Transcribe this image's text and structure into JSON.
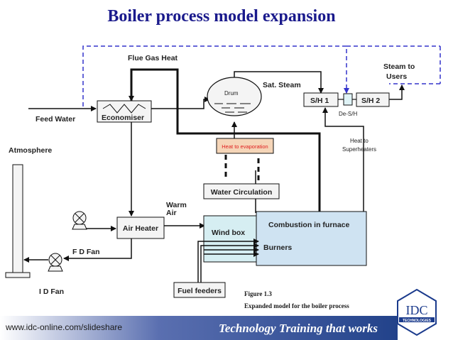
{
  "title": "Boiler process model expansion",
  "labels": {
    "flue_gas_heat": "Flue Gas Heat",
    "steam_to": "Steam to",
    "users": "Users",
    "sat_steam": "Sat. Steam",
    "drum": "Drum",
    "sh1": "S/H 1",
    "sh2": "S/H 2",
    "de_sh": "De-S/H",
    "feed_water": "Feed Water",
    "economiser": "Economiser",
    "heat_to_evaporation": "Heat to evaporation",
    "heat_to": "Heat to",
    "superheaters": "Superheaters",
    "atmosphere": "Atmosphere",
    "water_circulation": "Water Circulation",
    "warm": "Warm",
    "air": "Air",
    "air_heater": "Air Heater",
    "wind_box": "Wind box",
    "combustion": "Combustion in furnace",
    "burners": "Burners",
    "fd_fan": "F D Fan",
    "id_fan": "I D Fan",
    "fuel_feeders": "Fuel feeders",
    "figure_no": "Figure 1.3",
    "figure_caption": "Expanded model for the boiler process"
  },
  "footer": {
    "url": "www.idc-online.com/slideshare",
    "tagline": "Technology Training that works",
    "logo_main": "IDC",
    "logo_sub": "TECHNOLOGIES"
  },
  "colors": {
    "title": "#1a1a8c",
    "box_fill": "#f4f4f4",
    "combustion_fill": "#cfe3f2",
    "windbox_fill": "#d6eef2",
    "evap_fill": "#f5d5b8",
    "dashed_line": "#3333cc",
    "footer_blue": "#22428a"
  }
}
